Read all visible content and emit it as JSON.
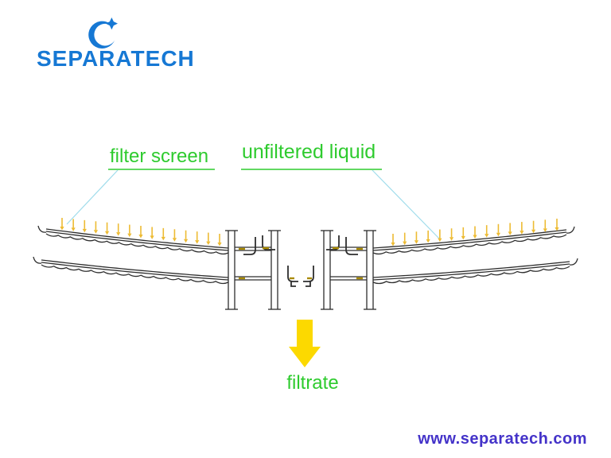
{
  "logo": {
    "text": "SEPARATECH"
  },
  "labels": {
    "filter_screen": "filter screen",
    "unfiltered_liquid": "unfiltered liquid",
    "filtrate": "filtrate"
  },
  "footer": {
    "website": "www.separatech.com"
  },
  "colors": {
    "logo_blue": "#1678d4",
    "label_green": "#2ecb2e",
    "arrow_yellow": "#edbb33",
    "big_arrow_yellow": "#fcd900",
    "pipe_gold": "#a98a00",
    "leader_cyan": "#9fdceb",
    "line_dark": "#2e2e2e",
    "website_blue": "#4433c9"
  }
}
